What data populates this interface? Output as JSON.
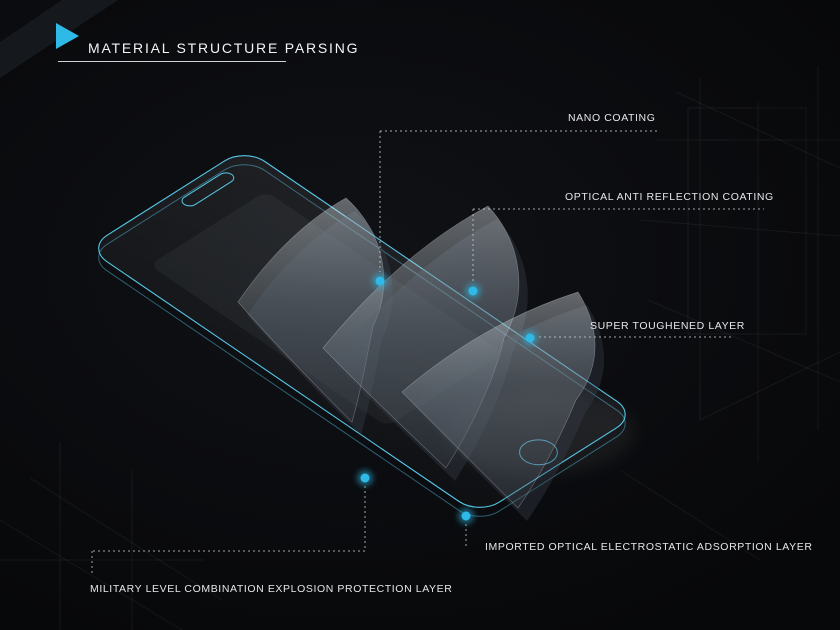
{
  "header": {
    "title": "MATERIAL STRUCTURE PARSING"
  },
  "callouts": [
    {
      "label": "NANO COATING"
    },
    {
      "label": "OPTICAL ANTI REFLECTION COATING"
    },
    {
      "label": "SUPER TOUGHENED LAYER"
    },
    {
      "label": "IMPORTED OPTICAL ELECTROSTATIC ADSORPTION LAYER"
    },
    {
      "label": "MILITARY LEVEL COMBINATION EXPLOSION PROTECTION LAYER"
    }
  ],
  "icons": [
    {
      "name": "play-triangle-icon"
    }
  ],
  "colors": {
    "background": "#0b0c0f",
    "accent": "#2fb9e6",
    "outline": "#57c7e8",
    "leader_line": "#c8cfd4",
    "label_text": "#e4e7ea",
    "title_text": "#f2f4f5"
  }
}
